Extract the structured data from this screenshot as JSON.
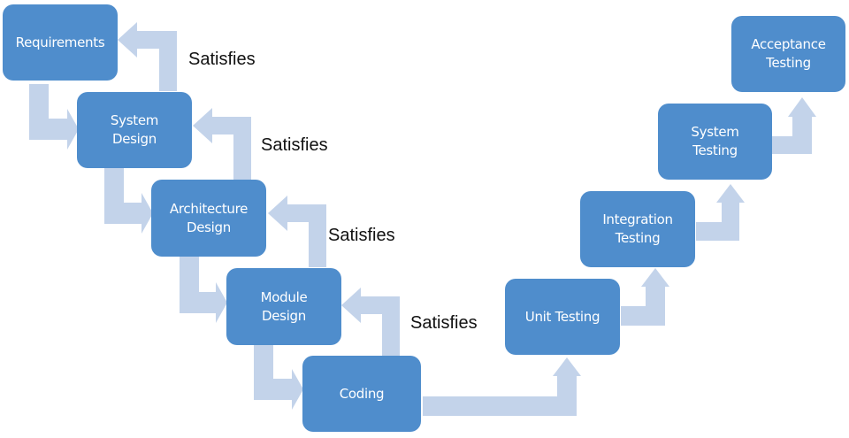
{
  "colors": {
    "box_fill": "#4f8dcc",
    "box_text": "#ffffff",
    "arrow_fill": "#c3d3ea",
    "label_text": "#111111"
  },
  "stages": [
    {
      "id": "requirements",
      "label": "Requirements"
    },
    {
      "id": "system-design",
      "label": "System\nDesign"
    },
    {
      "id": "architecture-design",
      "label": "Architecture\nDesign"
    },
    {
      "id": "module-design",
      "label": "Module\nDesign"
    },
    {
      "id": "coding",
      "label": "Coding"
    },
    {
      "id": "unit-testing",
      "label": "Unit Testing"
    },
    {
      "id": "integration-testing",
      "label": "Integration\nTesting"
    },
    {
      "id": "system-testing",
      "label": "System\nTesting"
    },
    {
      "id": "acceptance-testing",
      "label": "Acceptance\nTesting"
    }
  ],
  "relations": [
    {
      "label": "Satisfies",
      "from": "system-design",
      "to": "requirements"
    },
    {
      "label": "Satisfies",
      "from": "architecture-design",
      "to": "system-design"
    },
    {
      "label": "Satisfies",
      "from": "module-design",
      "to": "architecture-design"
    },
    {
      "label": "Satisfies",
      "from": "coding",
      "to": "module-design"
    }
  ]
}
